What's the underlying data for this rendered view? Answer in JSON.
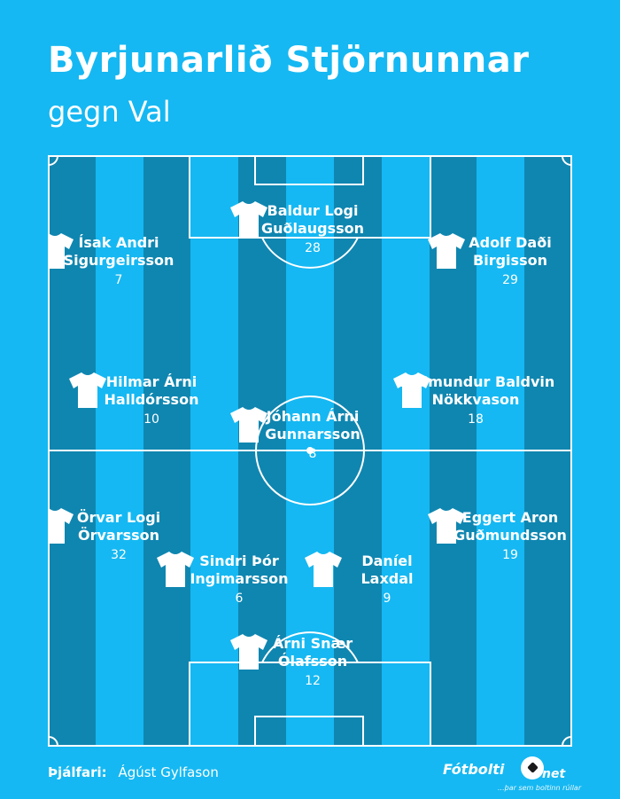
{
  "header": {
    "title": "Byrjunarlið Stjörnunnar",
    "subtitle": "gegn Val"
  },
  "colors": {
    "background": "#15b8f2",
    "stripe_dark": "#0f86b0",
    "stripe_light": "#15b8f2",
    "lines": "#ffffff"
  },
  "players": [
    {
      "name_line1": "Baldur Logi",
      "name_line2": "Guðlaugsson",
      "number": "28"
    },
    {
      "name_line1": "Ísak Andri",
      "name_line2": "Sigurgeirsson",
      "number": "7"
    },
    {
      "name_line1": "Adolf Daði",
      "name_line2": "Birgisson",
      "number": "29"
    },
    {
      "name_line1": "Hilmar Árni",
      "name_line2": "Halldórsson",
      "number": "10"
    },
    {
      "name_line1": "Guðmundur Baldvin",
      "name_line2": "Nökkvason",
      "number": "18"
    },
    {
      "name_line1": "Jóhann Árni",
      "name_line2": "Gunnarsson",
      "number": "8"
    },
    {
      "name_line1": "Örvar Logi",
      "name_line2": "Örvarsson",
      "number": "32"
    },
    {
      "name_line1": "Eggert Aron",
      "name_line2": "Guðmundsson",
      "number": "19"
    },
    {
      "name_line1": "Sindri Þór",
      "name_line2": "Ingimarsson",
      "number": "6"
    },
    {
      "name_line1": "Daníel",
      "name_line2": "Laxdal",
      "number": "9"
    },
    {
      "name_line1": "Árni Snær",
      "name_line2": "Ólafsson",
      "number": "12"
    }
  ],
  "coach": {
    "label": "Þjálfari:",
    "name": "Ágúst Gylfason"
  },
  "logo": {
    "main": "Fótbolti",
    "suffix": "net",
    "slogan": "...þar sem boltinn rúllar"
  }
}
